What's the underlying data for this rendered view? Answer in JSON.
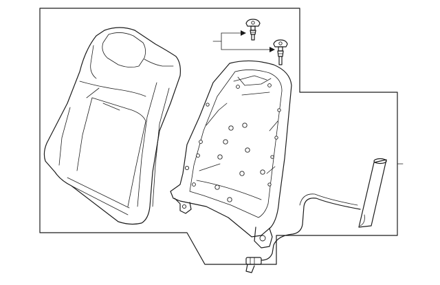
{
  "diagram": {
    "parts": [
      {
        "name": "seat-back-cushion"
      },
      {
        "name": "seat-back-frame"
      },
      {
        "name": "fastener-clip"
      },
      {
        "name": "wire-harness"
      },
      {
        "name": "frame-tube"
      }
    ]
  }
}
